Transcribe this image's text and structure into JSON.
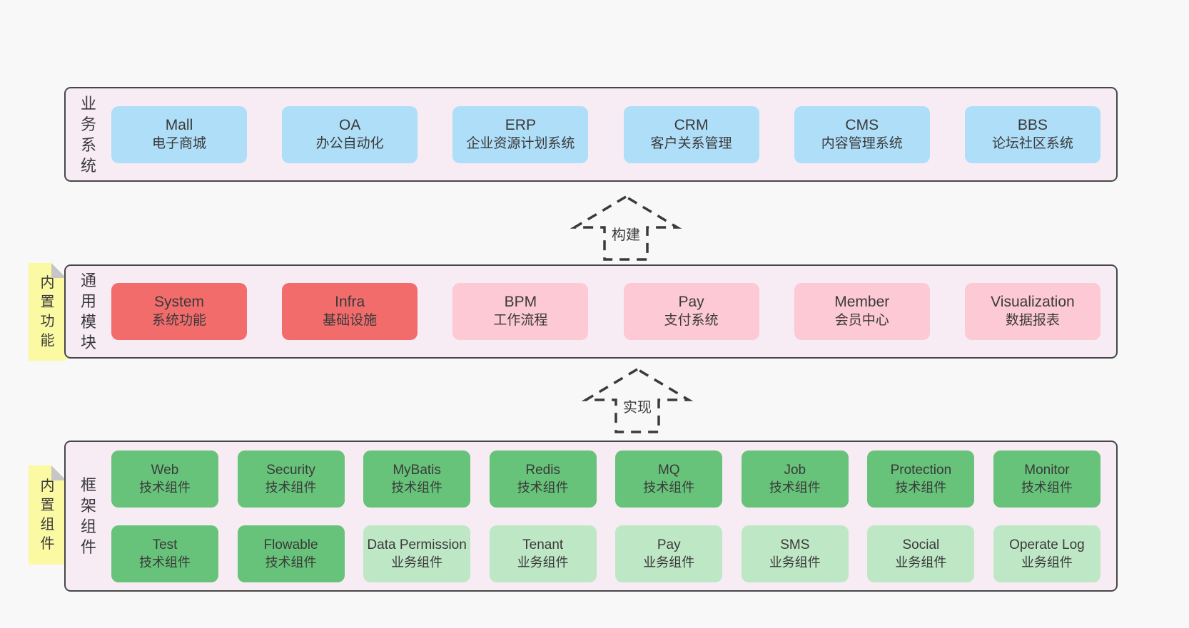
{
  "colors": {
    "page_bg": "#f8f8f8",
    "panel_bg": "#f7ecf4",
    "panel_border": "#474747",
    "business_box": "#afdef8",
    "core_module_box": "#f26c6c",
    "optional_module_box": "#fcc9d4",
    "tech_component_box": "#67c379",
    "biz_component_box": "#bee7c5",
    "sticky_note": "#fbf9a2",
    "text": "#3a3a3a"
  },
  "business": {
    "side_label": "业务系统",
    "boxes": [
      {
        "title": "Mall",
        "subtitle": "电子商城",
        "variant": "blue"
      },
      {
        "title": "OA",
        "subtitle": "办公自动化",
        "variant": "blue"
      },
      {
        "title": "ERP",
        "subtitle": "企业资源计划系统",
        "variant": "blue"
      },
      {
        "title": "CRM",
        "subtitle": "客户关系管理",
        "variant": "blue"
      },
      {
        "title": "CMS",
        "subtitle": "内容管理系统",
        "variant": "blue"
      },
      {
        "title": "BBS",
        "subtitle": "论坛社区系统",
        "variant": "blue"
      }
    ]
  },
  "arrows": {
    "build": "构建",
    "implement": "实现"
  },
  "modules": {
    "side_label": "通用模块",
    "sticky_label": "内置功能",
    "boxes": [
      {
        "title": "System",
        "subtitle": "系统功能",
        "variant": "red"
      },
      {
        "title": "Infra",
        "subtitle": "基础设施",
        "variant": "red"
      },
      {
        "title": "BPM",
        "subtitle": "工作流程",
        "variant": "pink"
      },
      {
        "title": "Pay",
        "subtitle": "支付系统",
        "variant": "pink"
      },
      {
        "title": "Member",
        "subtitle": "会员中心",
        "variant": "pink"
      },
      {
        "title": "Visualization",
        "subtitle": "数据报表",
        "variant": "pink"
      }
    ]
  },
  "components": {
    "side_label": "框架组件",
    "sticky_label": "内置组件",
    "row1": [
      {
        "title": "Web",
        "subtitle": "技术组件",
        "variant": "green"
      },
      {
        "title": "Security",
        "subtitle": "技术组件",
        "variant": "green"
      },
      {
        "title": "MyBatis",
        "subtitle": "技术组件",
        "variant": "green"
      },
      {
        "title": "Redis",
        "subtitle": "技术组件",
        "variant": "green"
      },
      {
        "title": "MQ",
        "subtitle": "技术组件",
        "variant": "green"
      },
      {
        "title": "Job",
        "subtitle": "技术组件",
        "variant": "green"
      },
      {
        "title": "Protection",
        "subtitle": "技术组件",
        "variant": "green"
      },
      {
        "title": "Monitor",
        "subtitle": "技术组件",
        "variant": "green"
      }
    ],
    "row2": [
      {
        "title": "Test",
        "subtitle": "技术组件",
        "variant": "green"
      },
      {
        "title": "Flowable",
        "subtitle": "技术组件",
        "variant": "green"
      },
      {
        "title": "Data Permission",
        "subtitle": "业务组件",
        "variant": "lightgreen"
      },
      {
        "title": "Tenant",
        "subtitle": "业务组件",
        "variant": "lightgreen"
      },
      {
        "title": "Pay",
        "subtitle": "业务组件",
        "variant": "lightgreen"
      },
      {
        "title": "SMS",
        "subtitle": "业务组件",
        "variant": "lightgreen"
      },
      {
        "title": "Social",
        "subtitle": "业务组件",
        "variant": "lightgreen"
      },
      {
        "title": "Operate Log",
        "subtitle": "业务组件",
        "variant": "lightgreen"
      }
    ]
  }
}
